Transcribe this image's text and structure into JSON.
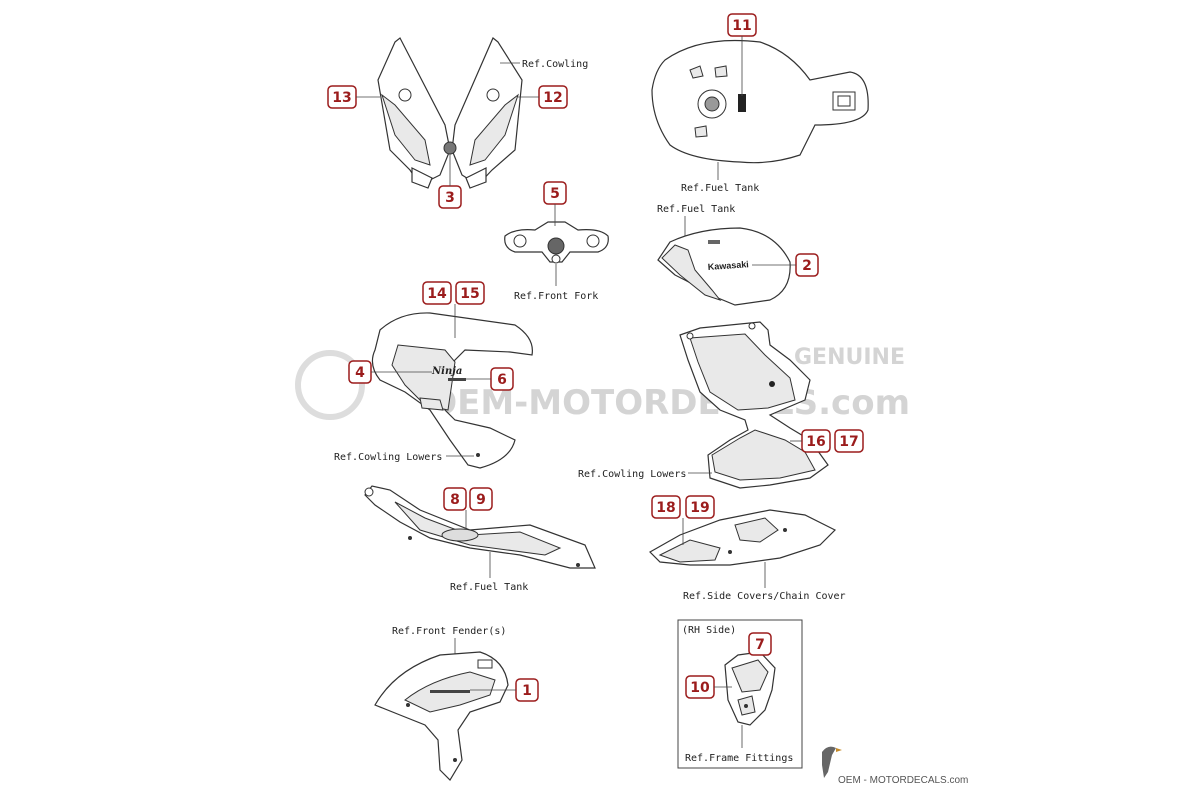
{
  "colors": {
    "callout_border": "#9b1c1c",
    "callout_text": "#9b1c1c",
    "line": "#333333",
    "watermark": "#d4d4d4"
  },
  "watermark": {
    "line1": "GENUINE",
    "line2": "OEM-MOTORDECALS.com"
  },
  "labels": {
    "ref_cowling": "Ref.Cowling",
    "ref_fuel_tank_1": "Ref.Fuel Tank",
    "ref_fuel_tank_2": "Ref.Fuel Tank",
    "ref_front_fork": "Ref.Front Fork",
    "ref_cowling_lowers_1": "Ref.Cowling Lowers",
    "ref_cowling_lowers_2": "Ref.Cowling Lowers",
    "ref_fuel_tank_3": "Ref.Fuel Tank",
    "ref_side_covers": "Ref.Side Covers/Chain Cover",
    "ref_front_fender": "Ref.Front Fender(s)",
    "rh_side": "(RH Side)",
    "ref_frame_fittings": "Ref.Frame Fittings"
  },
  "callouts": {
    "n1": "1",
    "n2": "2",
    "n3": "3",
    "n4": "4",
    "n5": "5",
    "n6": "6",
    "n7": "7",
    "n8": "8",
    "n9": "9",
    "n10": "10",
    "n11": "11",
    "n12": "12",
    "n13": "13",
    "n14": "14",
    "n15": "15",
    "n16": "16",
    "n17": "17",
    "n18": "18",
    "n19": "19"
  },
  "decals": {
    "kawasaki": "Kawasaki",
    "ninja": "Ninja"
  },
  "brand": {
    "logo_text": "OEM - MOTORDECALS.com",
    "logo_icon": "bird-logo-icon"
  }
}
